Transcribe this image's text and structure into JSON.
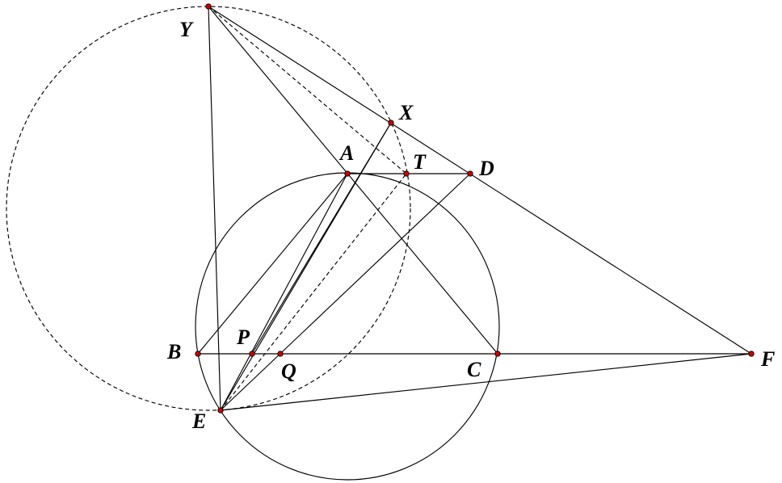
{
  "colors": {
    "stroke": "#000000",
    "point": "#cc0000",
    "background": "#ffffff"
  },
  "points": {
    "Y": {
      "label": "Y"
    },
    "X": {
      "label": "X"
    },
    "A": {
      "label": "A"
    },
    "T": {
      "label": "T"
    },
    "D": {
      "label": "D"
    },
    "B": {
      "label": "B"
    },
    "P": {
      "label": "P"
    },
    "Q": {
      "label": "Q"
    },
    "C": {
      "label": "C"
    },
    "F": {
      "label": "F"
    },
    "E": {
      "label": "E"
    }
  }
}
